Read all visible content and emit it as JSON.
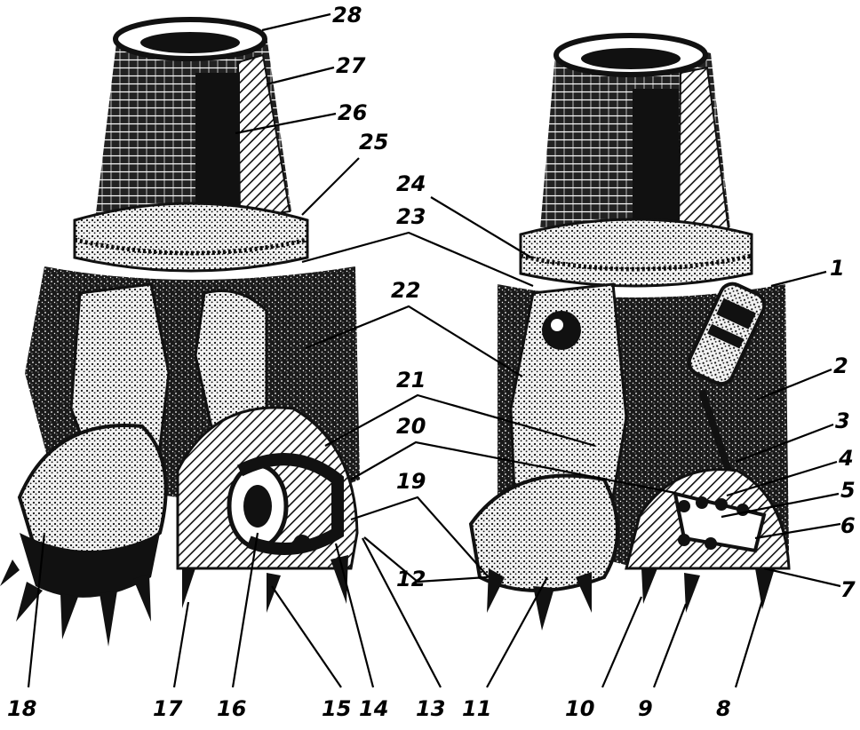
{
  "labels": [
    "1",
    "2",
    "3",
    "4",
    "5",
    "6",
    "7",
    "8",
    "9",
    "10",
    "11",
    "12",
    "13",
    "14",
    "15",
    "16",
    "17",
    "18",
    "19",
    "20",
    "21",
    "22",
    "23",
    "24",
    "25",
    "26",
    "27",
    "28"
  ]
}
